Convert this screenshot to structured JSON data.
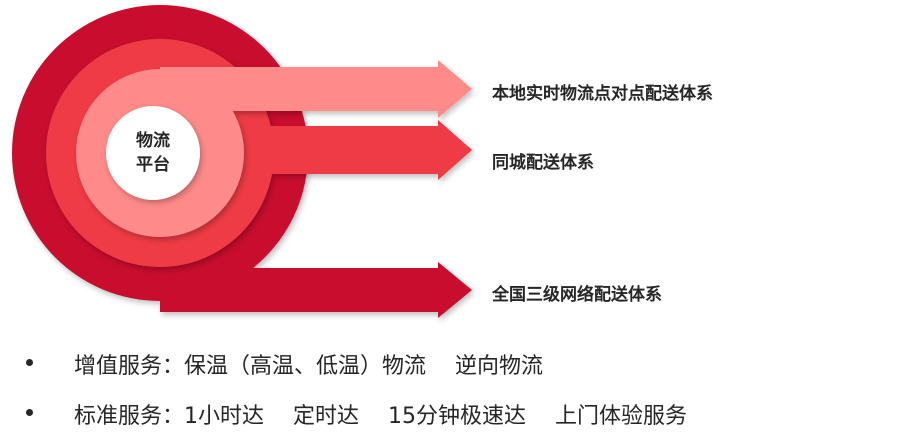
{
  "center": {
    "line1": "物流",
    "line2": "平台"
  },
  "systems": [
    {
      "label": "本地实时物流点对点配送体系"
    },
    {
      "label": "同城配送体系"
    },
    {
      "label": "全国三级网络配送体系"
    }
  ],
  "bullets": [
    {
      "text": "增值服务：保温（高温、低温）物流　  逆向物流"
    },
    {
      "text": "标准服务：1小时达　  定时达　  15分钟极速达　 上门体验服务"
    }
  ],
  "colors": {
    "outer": "#c8102e",
    "middle": "#ef3a44",
    "inner": "#ff8a8a",
    "core": "#ffffff"
  }
}
